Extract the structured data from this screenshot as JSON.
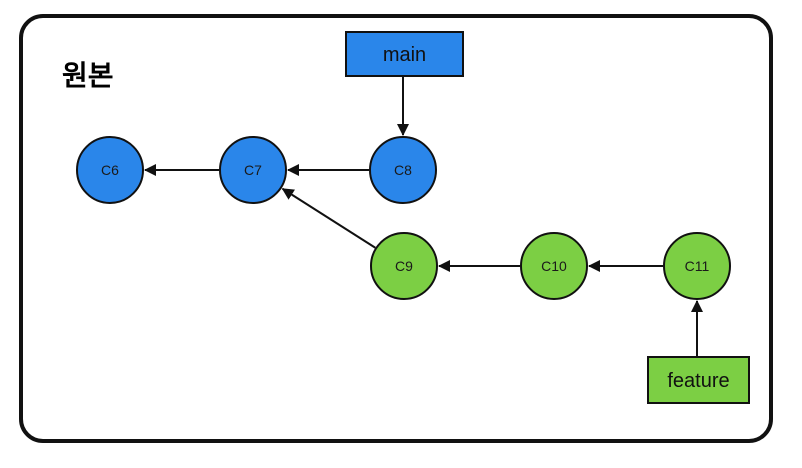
{
  "title": "원본",
  "colors": {
    "main_commit": "#2a86ea",
    "feature_commit": "#7ccf44",
    "main_branch": "#2a86ea",
    "feature_branch": "#7ccf44",
    "stroke": "#111111"
  },
  "commits": [
    {
      "id": "c6",
      "label": "C6",
      "branch": "main"
    },
    {
      "id": "c7",
      "label": "C7",
      "branch": "main"
    },
    {
      "id": "c8",
      "label": "C8",
      "branch": "main"
    },
    {
      "id": "c9",
      "label": "C9",
      "branch": "feature"
    },
    {
      "id": "c10",
      "label": "C10",
      "branch": "feature"
    },
    {
      "id": "c11",
      "label": "C11",
      "branch": "feature"
    }
  ],
  "parent_links": [
    {
      "from": "c7",
      "to": "c6"
    },
    {
      "from": "c8",
      "to": "c7"
    },
    {
      "from": "c9",
      "to": "c7"
    },
    {
      "from": "c10",
      "to": "c9"
    },
    {
      "from": "c11",
      "to": "c10"
    }
  ],
  "branches": [
    {
      "id": "main",
      "label": "main",
      "points_to": "c8"
    },
    {
      "id": "feature",
      "label": "feature",
      "points_to": "c11"
    }
  ]
}
